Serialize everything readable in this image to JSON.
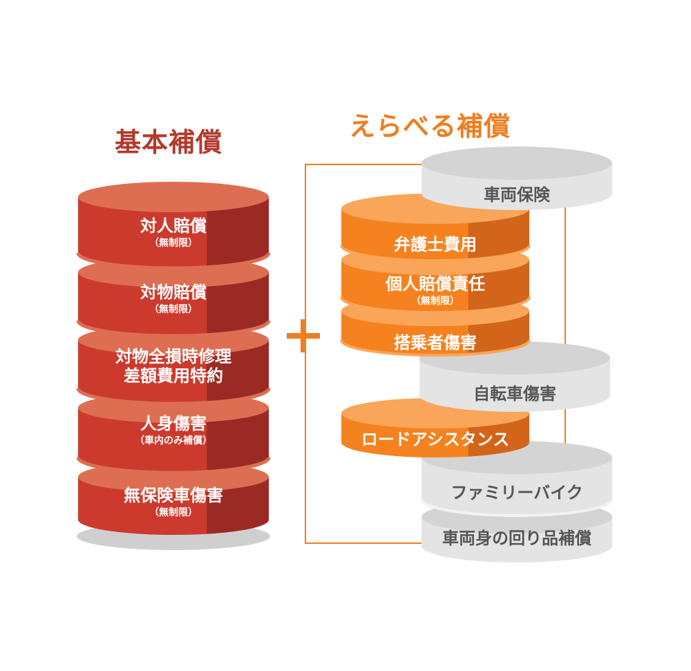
{
  "basic": {
    "heading": "基本補償",
    "items": [
      {
        "line1": "対人賠償",
        "note": "（無制限）"
      },
      {
        "line1": "対物賠償",
        "note": "（無制限）"
      },
      {
        "line1": "対物全損時修理",
        "line2": "差額費用特約"
      },
      {
        "line1": "人身傷害",
        "note": "（車内のみ補償）"
      },
      {
        "line1": "無保険車傷害",
        "note": "（無制限）"
      }
    ]
  },
  "optional": {
    "heading": "えらべる補償",
    "items": [
      {
        "line1": "車両保険"
      },
      {
        "line1": "弁護士費用"
      },
      {
        "line1": "個人賠償責任",
        "note": "（無制限）"
      },
      {
        "line1": "搭乗者傷害"
      },
      {
        "line1": "自転車傷害"
      },
      {
        "line1": "ロードアシスタンス"
      },
      {
        "line1": "ファミリーバイク"
      },
      {
        "line1": "車両身の回り品補償"
      }
    ]
  },
  "plus_symbol": "+",
  "colors": {
    "basic_red": "#cc3a2e",
    "basic_red_dark": "#9c2a24",
    "basic_red_top": "#de6e52",
    "optional_orange": "#f5821e",
    "optional_orange_dark": "#d2651a",
    "optional_orange_top": "#f9a55a",
    "gray": "#e4e4e4",
    "gray_top": "#d4d4d4",
    "heading_basic": "#b23a2c",
    "heading_optional": "#f07d1e",
    "bracket_line": "#f07d1e"
  }
}
